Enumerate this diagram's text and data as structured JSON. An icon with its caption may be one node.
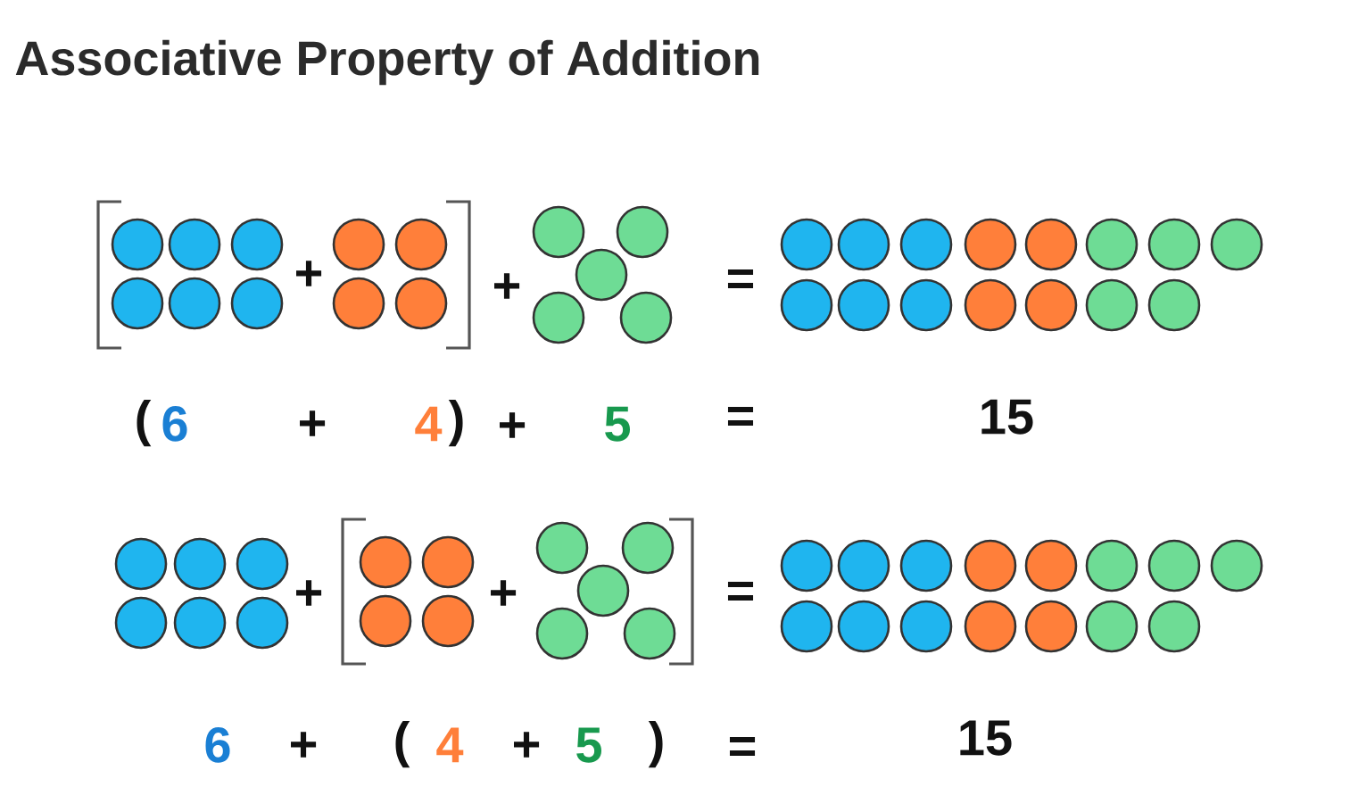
{
  "diagram": {
    "title": "Associative Property of Addition",
    "labels": [
      "+",
      "+",
      "=",
      "(",
      "6",
      "+",
      "4",
      ")",
      "+",
      "5",
      "=",
      "15",
      "+",
      "+",
      "=",
      "6",
      "+",
      "(",
      "4",
      "+",
      "5",
      ")",
      "=",
      "15"
    ]
  }
}
